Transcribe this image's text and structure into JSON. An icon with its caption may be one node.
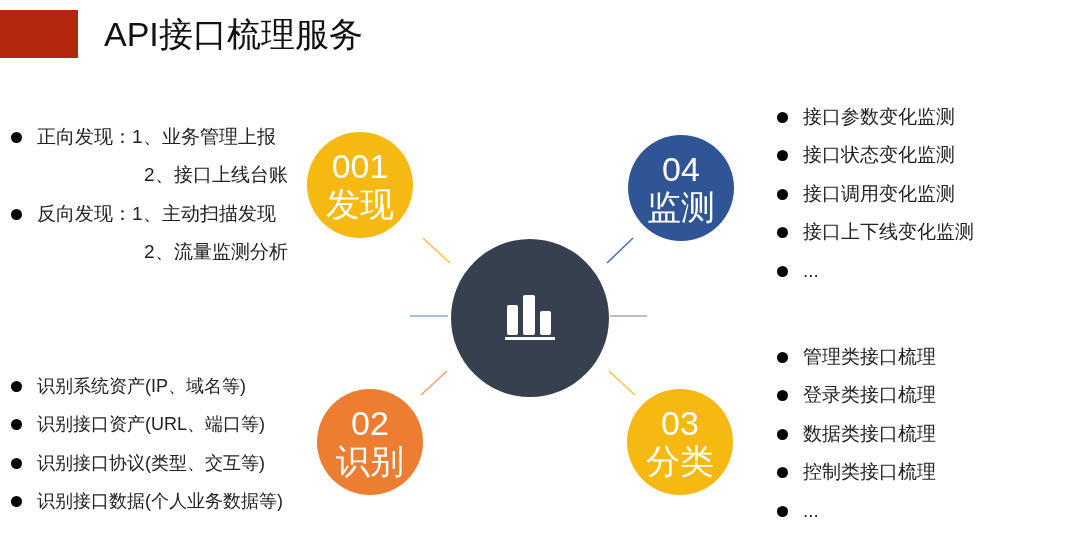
{
  "diagram": {
    "title": "API接口梳理服务",
    "nodes": [
      {
        "text": [
          "001",
          "发现"
        ],
        "beside": [
          "正向发现：1、业务管理上报",
          "2、接口上线台账",
          "反向发现：1、主动扫描发现",
          "2、流量监测分析"
        ]
      },
      {
        "text": [
          "04",
          "监测"
        ],
        "beside": [
          "接口参数变化监测",
          "接口状态变化监测",
          "接口调用变化监测",
          "接口上下线变化监测",
          "..."
        ]
      },
      {
        "text": [],
        "shape": "circle"
      },
      {
        "text": [
          "02",
          "识别"
        ],
        "beside": [
          "识别系统资产(IP、域名等)",
          "识别接口资产(URL、端口等)",
          "识别接口协议(类型、交互等)",
          "识别接口数据(个人业务数据等)"
        ]
      },
      {
        "text": [
          "03",
          "分类"
        ],
        "beside": [
          "管理类接口梳理",
          "登录类接口梳理",
          "数据类接口梳理",
          "控制类接口梳理",
          "..."
        ]
      }
    ]
  }
}
